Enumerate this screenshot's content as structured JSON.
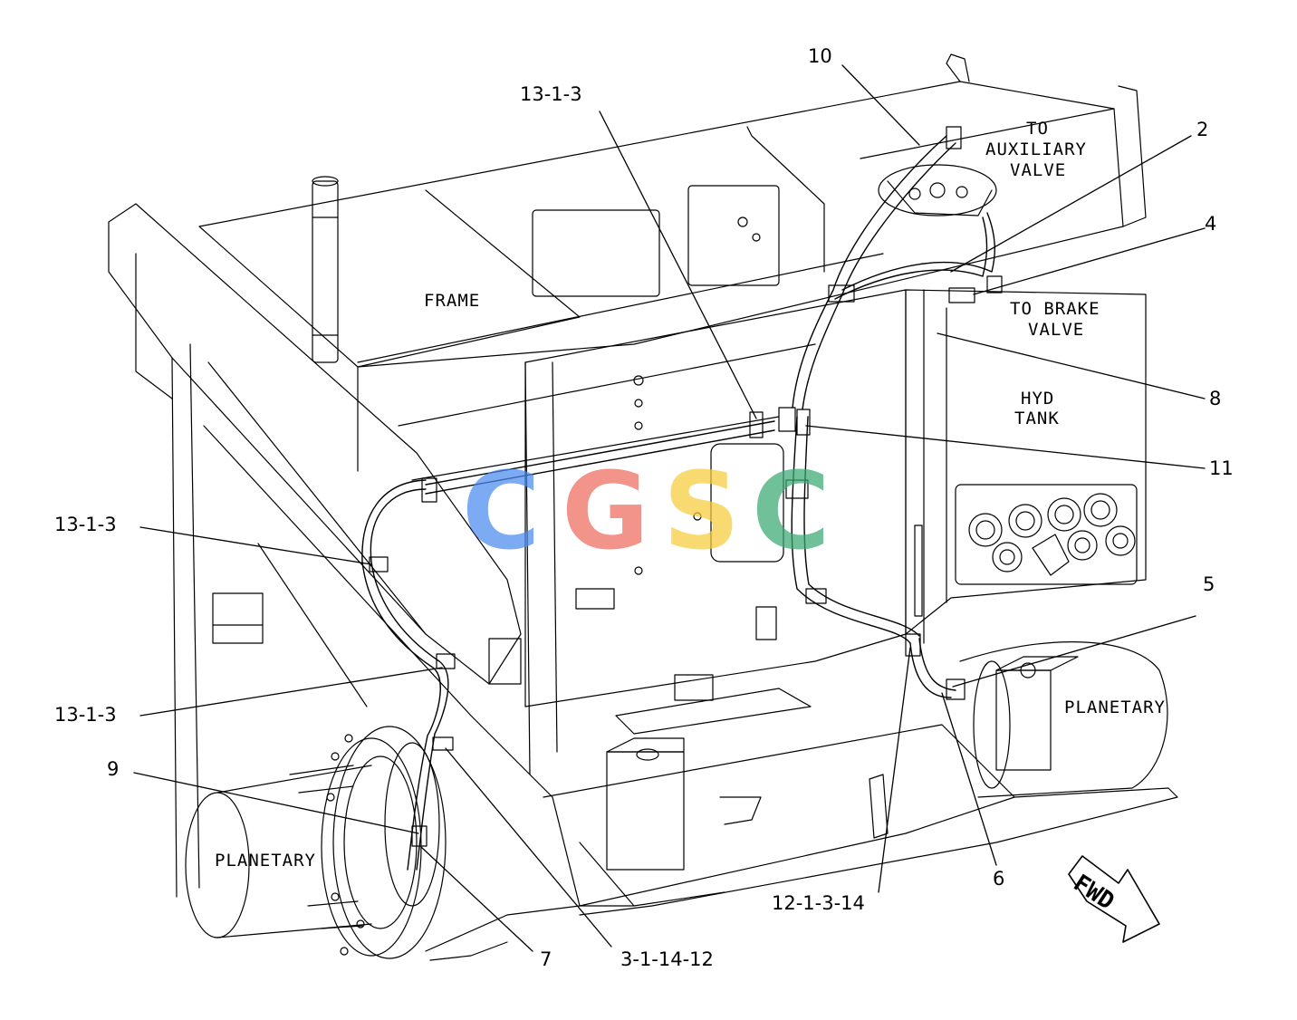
{
  "callouts": {
    "c10": "10",
    "c13_top": "13-1-3",
    "c2": "2",
    "c4": "4",
    "c8": "8",
    "c11": "11",
    "c13_left": "13-1-3",
    "c13_low": "13-1-3",
    "c9": "9",
    "c5": "5",
    "c6": "6",
    "c12": "12-1-3-14",
    "c7": "7",
    "c3": "3-1-14-12"
  },
  "labels": {
    "frame": "FRAME",
    "aux_1": "TO",
    "aux_2": "AUXILIARY",
    "aux_3": "VALVE",
    "brake_1": "TO BRAKE",
    "brake_2": "VALVE",
    "hyd_1": "HYD",
    "hyd_2": "TANK",
    "planetary_left": "PLANETARY",
    "planetary_right": "PLANETARY",
    "fwd": "FWD"
  },
  "watermark": {
    "letters": [
      "C",
      "G",
      "S",
      "C"
    ],
    "colors": [
      "#4a8cf0",
      "#ee6b5e",
      "#f7cc3b",
      "#3aa874"
    ]
  },
  "line_color": "#000000"
}
